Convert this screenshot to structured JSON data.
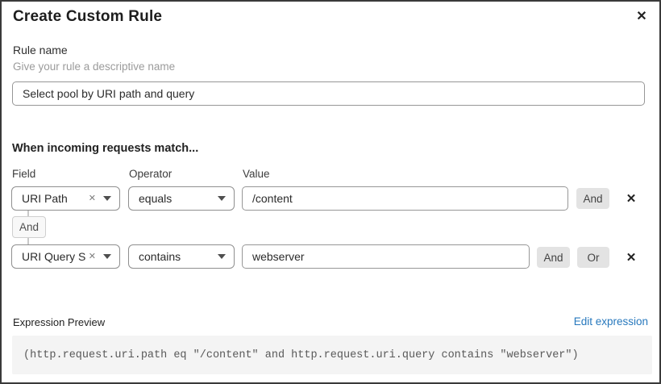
{
  "dialog": {
    "title": "Create Custom Rule"
  },
  "icons": {
    "close": "✕",
    "clear": "✕",
    "remove_row": "✕"
  },
  "rule_name": {
    "label": "Rule name",
    "helper": "Give your rule a descriptive name",
    "value": "Select pool by URI path and query"
  },
  "match_section": {
    "heading": "When incoming requests match...",
    "columns": {
      "field": "Field",
      "operator": "Operator",
      "value": "Value"
    },
    "rows": [
      {
        "field": "URI Path",
        "operator": "equals",
        "value": "/content",
        "buttons": [
          "And"
        ]
      },
      {
        "field": "URI Query St...",
        "operator": "contains",
        "value": "webserver",
        "buttons": [
          "And",
          "Or"
        ]
      }
    ],
    "connector": "And"
  },
  "expression": {
    "label": "Expression Preview",
    "edit_link": "Edit expression",
    "code": "(http.request.uri.path eq \"/content\" and http.request.uri.query contains \"webserver\")"
  },
  "colors": {
    "link_blue": "#2778bd",
    "button_grey": "#e3e3e3",
    "code_bg": "#f4f4f4",
    "border_grey": "#8f8f8f"
  }
}
